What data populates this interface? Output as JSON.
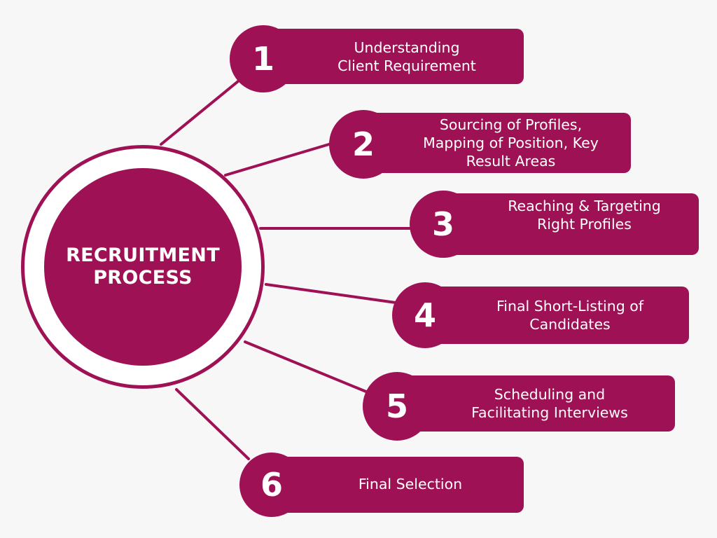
{
  "diagram": {
    "hub": {
      "label": "RECRUITMENT\nPROCESS"
    },
    "steps": [
      {
        "number": "1",
        "text": "Understanding\nClient Requirement"
      },
      {
        "number": "2",
        "text": "Sourcing of Profiles,\nMapping of Position, Key\nResult Areas"
      },
      {
        "number": "3",
        "text": "Reaching & Targeting\nRight Profiles"
      },
      {
        "number": "4",
        "text": "Final Short-Listing of\nCandidates"
      },
      {
        "number": "5",
        "text": "Scheduling and\nFacilitating Interviews"
      },
      {
        "number": "6",
        "text": "Final Selection"
      }
    ],
    "colors": {
      "primary": "#9f1155",
      "background": "#f7f7f7",
      "ring_fill": "#ffffff",
      "text": "#ffffff"
    }
  }
}
